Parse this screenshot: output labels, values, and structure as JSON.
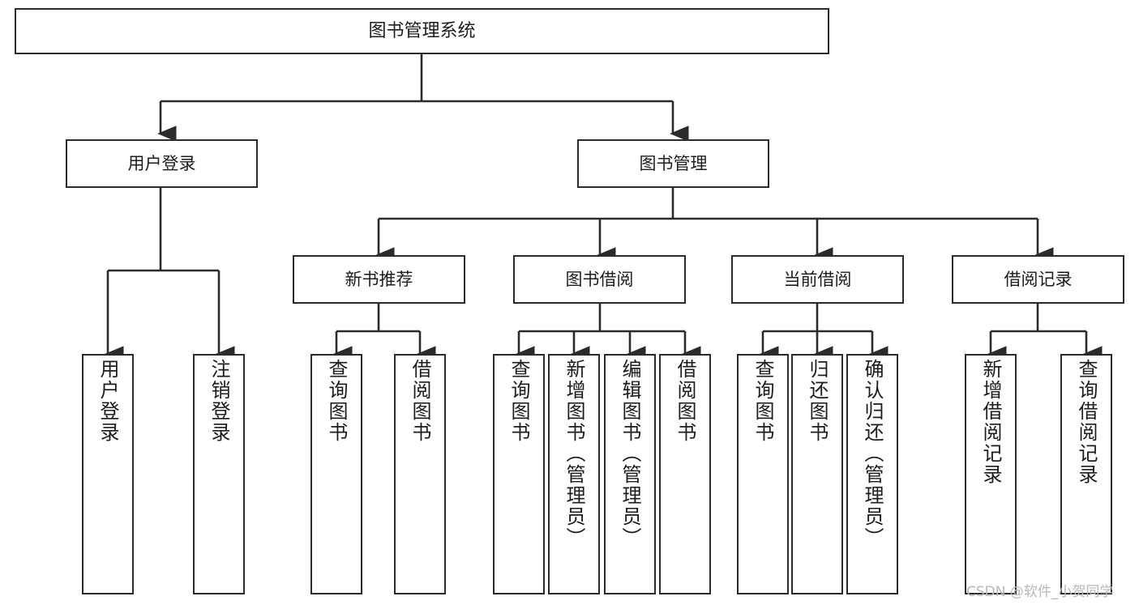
{
  "diagram": {
    "title": "图书管理系统",
    "type": "tree-hierarchy",
    "background": "#ffffff",
    "line_color": "#2b2b2b",
    "text_color": "#1c1c1c",
    "nodes": {
      "root": {
        "label": "图书管理系统"
      },
      "level2": [
        {
          "label": "用户登录"
        },
        {
          "label": "图书管理"
        }
      ],
      "level3": [
        {
          "label": "新书推荐"
        },
        {
          "label": "图书借阅"
        },
        {
          "label": "当前借阅"
        },
        {
          "label": "借阅记录"
        }
      ],
      "leaves_user_login": [
        {
          "label": "用户登录"
        },
        {
          "label": "注销登录"
        }
      ],
      "leaves_new_book": [
        {
          "label": "查询图书"
        },
        {
          "label": "借阅图书"
        }
      ],
      "leaves_borrow": [
        {
          "label": "查询图书"
        },
        {
          "label": "新增图书（管理员）"
        },
        {
          "label": "编辑图书（管理员）"
        },
        {
          "label": "借阅图书"
        }
      ],
      "leaves_current": [
        {
          "label": "查询图书"
        },
        {
          "label": "归还图书"
        },
        {
          "label": "确认归还（管理员）"
        }
      ],
      "leaves_records": [
        {
          "label": "新增借阅记录"
        },
        {
          "label": "查询借阅记录"
        }
      ]
    },
    "watermark": "CSDN @软件_小贺同学"
  }
}
